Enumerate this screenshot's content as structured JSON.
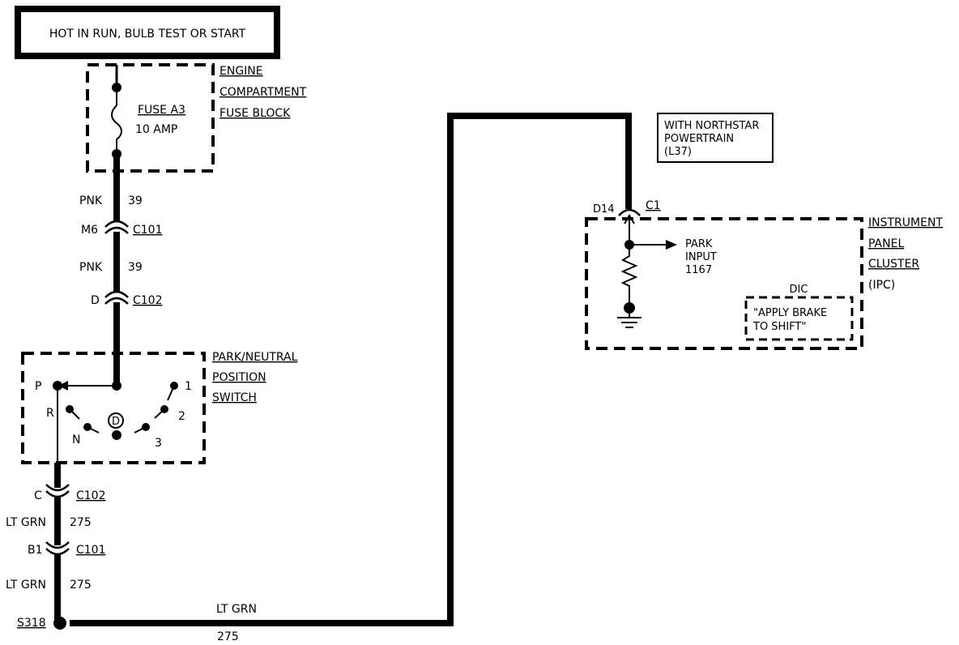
{
  "header_box": {
    "text": "HOT IN RUN, BULB TEST OR START"
  },
  "fuse_block": {
    "name_lines": [
      "ENGINE",
      "COMPARTMENT",
      "FUSE BLOCK"
    ],
    "fuse_name": "FUSE A3",
    "fuse_rating": "10 AMP"
  },
  "wire_pnk": {
    "color": "PNK",
    "circuit": "39"
  },
  "wire_ltgrn": {
    "color": "LT GRN",
    "circuit": "275"
  },
  "connectors": {
    "c101_top": {
      "pin": "M6",
      "name": "C101"
    },
    "c102_top": {
      "pin": "D",
      "name": "C102"
    },
    "c102_bottom": {
      "pin": "C",
      "name": "C102"
    },
    "c101_bottom": {
      "pin": "B1",
      "name": "C101"
    },
    "ipc": {
      "pin": "D14",
      "name": "C1"
    }
  },
  "switch": {
    "name_lines": [
      "PARK/NEUTRAL",
      "POSITION",
      "SWITCH"
    ],
    "positions": [
      "P",
      "R",
      "N",
      "D",
      "3",
      "2",
      "1"
    ]
  },
  "splice": {
    "name": "S318"
  },
  "option_note": {
    "lines": [
      "WITH NORTHSTAR",
      "POWERTRAIN",
      "(L37)"
    ]
  },
  "ipc": {
    "name_lines": [
      "INSTRUMENT",
      "PANEL",
      "CLUSTER",
      "(IPC)"
    ],
    "park_input_lines": [
      "PARK",
      "INPUT",
      "1167"
    ],
    "dic_label": "DIC",
    "dic_message_lines": [
      "\"APPLY BRAKE",
      "TO SHIFT\""
    ]
  }
}
